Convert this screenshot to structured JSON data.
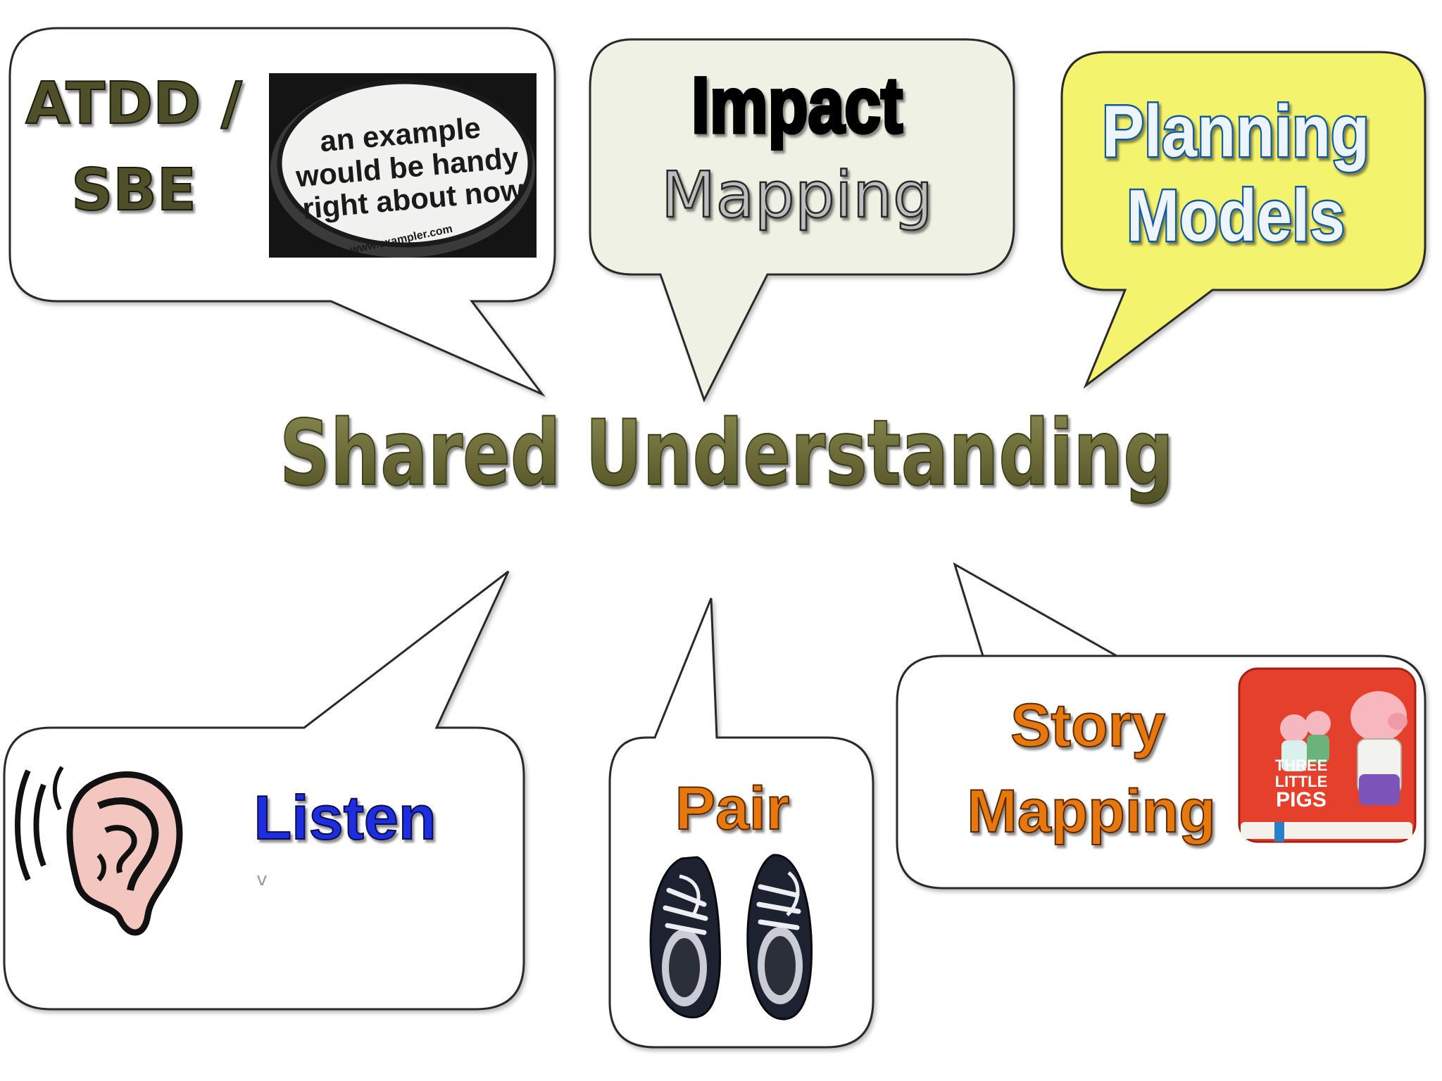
{
  "center": {
    "text": "Shared Understanding"
  },
  "bubbles": {
    "atdd": {
      "line1": "ATDD /",
      "line2": "SBE",
      "sign_line1": "an example",
      "sign_line2": "would be handy",
      "sign_line3": "right about now",
      "sign_url": "www.exampler.com"
    },
    "impact": {
      "line1": "Impact",
      "line2": "Mapping"
    },
    "planning": {
      "line1": "Planning",
      "line2": "Models"
    },
    "listen": {
      "label": "Listen",
      "mark": "v"
    },
    "pair": {
      "label": "Pair"
    },
    "story": {
      "line1": "Story",
      "line2": "Mapping",
      "book_line1": "THREE",
      "book_line2": "LITTLE",
      "book_line3": "PIGS"
    }
  },
  "colors": {
    "olive_text": "#5a5a2a",
    "impact_fill": "#eff1e4",
    "planning_fill": "#f4f36e",
    "planning_text": "#0d5aa3",
    "listen_text": "#1a2fe0",
    "orange_text": "#e6780f",
    "book_red": "#e5402b"
  }
}
